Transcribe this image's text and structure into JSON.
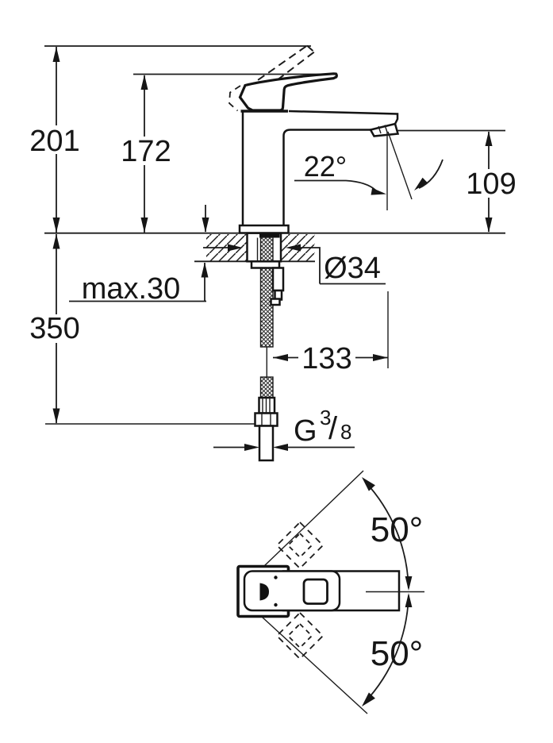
{
  "dimensions": {
    "overall_height": "201",
    "lever_height": "172",
    "spout_angle": "22°",
    "outlet_height": "109",
    "max_mounting_thickness": "max.30",
    "hole_diameter": "Ø34",
    "below_counter_length": "350",
    "spout_projection": "133",
    "swivel_angle_upper": "50°",
    "swivel_angle_lower": "50°",
    "thread": {
      "letter": "G",
      "numerator": "3",
      "slash": "/",
      "denominator": "8"
    }
  }
}
